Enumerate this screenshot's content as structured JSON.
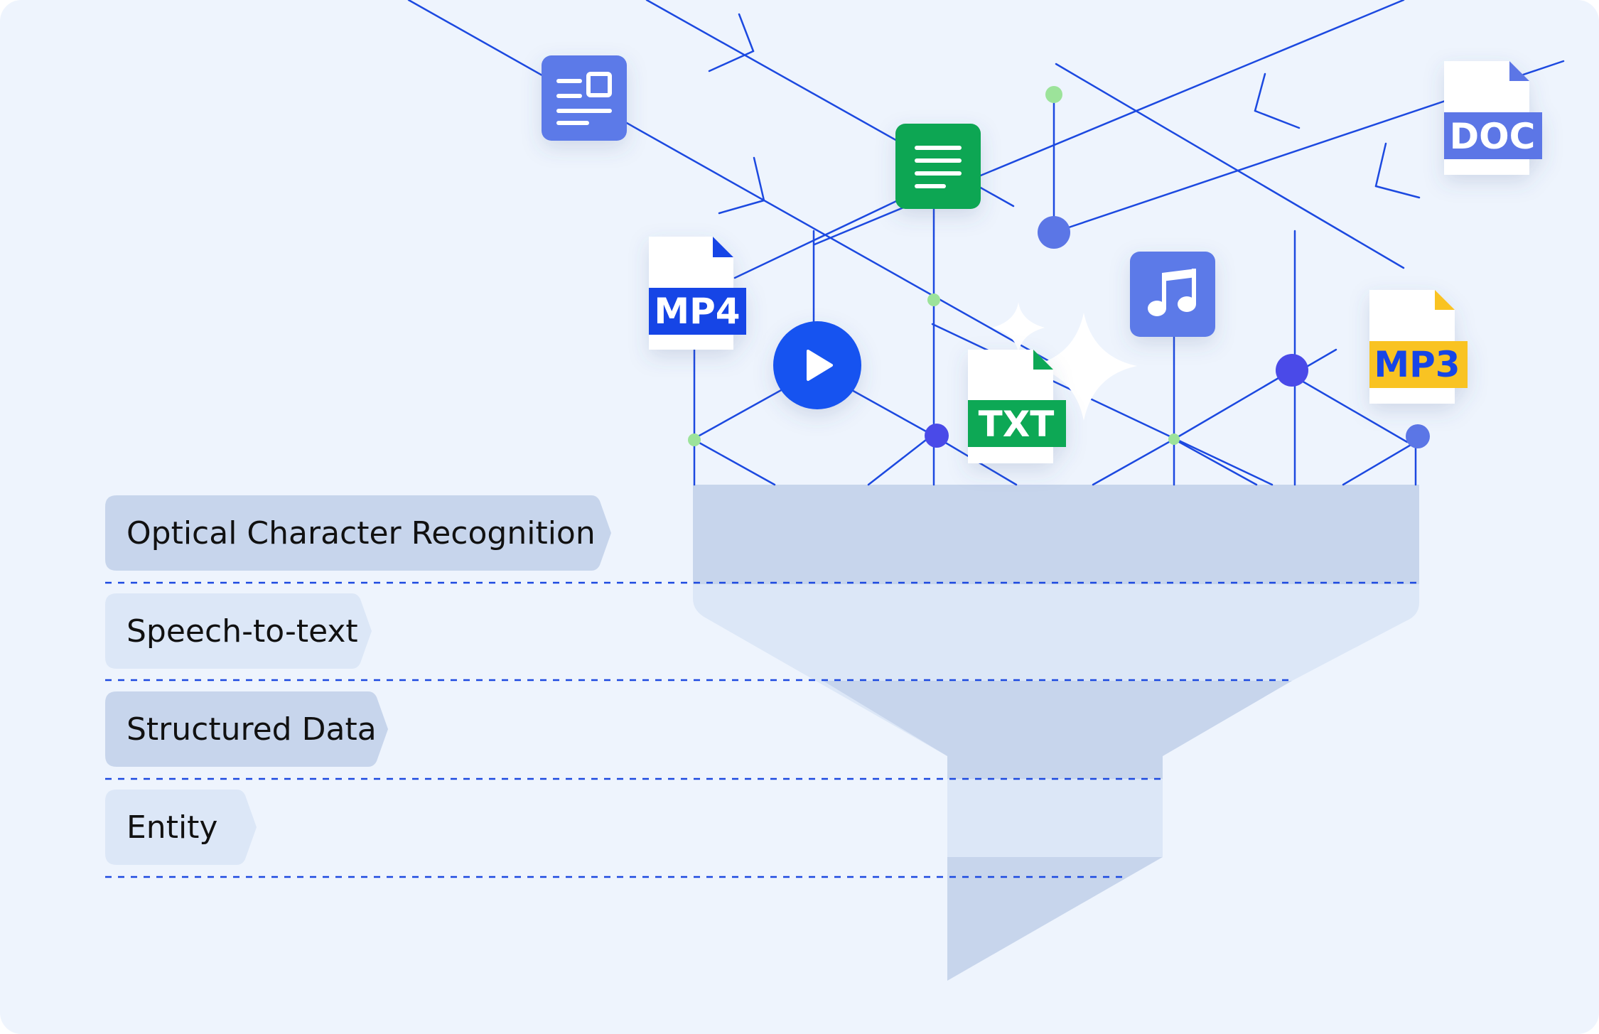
{
  "diagram": {
    "stages": [
      {
        "label": "Optical Character Recognition",
        "emphasis": "strong"
      },
      {
        "label": "Speech-to-text",
        "emphasis": "light"
      },
      {
        "label": "Structured Data",
        "emphasis": "strong"
      },
      {
        "label": "Entity",
        "emphasis": "light"
      }
    ],
    "file_badges": {
      "mp4": "MP4",
      "txt": "TXT",
      "doc": "DOC",
      "mp3": "MP3"
    },
    "icons": [
      "news-document-icon",
      "text-document-icon",
      "play-icon",
      "music-note-icon",
      "sparkle-icon"
    ]
  },
  "colors": {
    "background": "#eef4fd",
    "network_line": "#1c49e0",
    "funnel_top": "#c7d5ec",
    "funnel_light": "#dce7f7",
    "pill_strong": "#c7d5ec",
    "pill_light": "#dce7f7",
    "badge_blue": "#1745e6",
    "badge_green": "#0fa854",
    "badge_periwinkle": "#5b76e6",
    "badge_yellow": "#f9c324",
    "badge_yellow_text": "#1745e6",
    "node_green": "#9ce39a",
    "node_blue": "#4a4ae8",
    "node_periwinkle": "#5b76e6",
    "icon_blue": "#5b7ae8",
    "icon_green": "#11a653",
    "play_blue": "#1452f0"
  }
}
